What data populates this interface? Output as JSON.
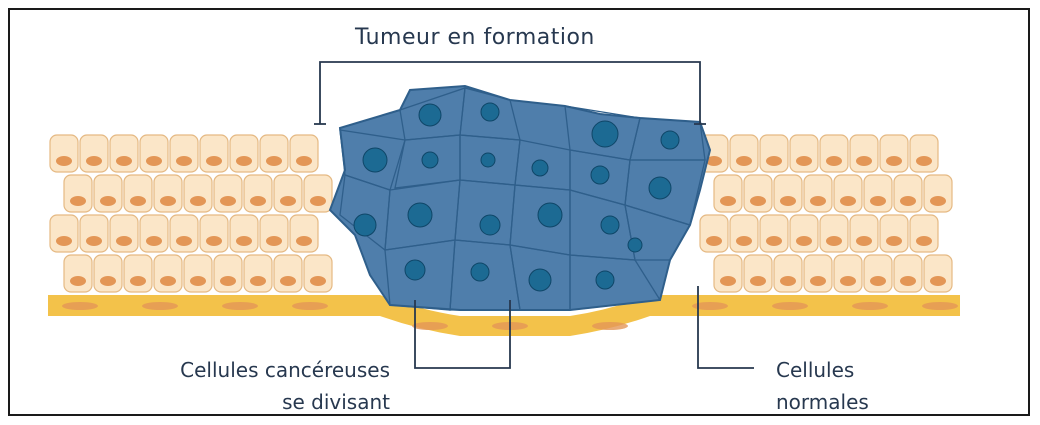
{
  "diagram": {
    "title": "Tumeur en formation",
    "cancer_label": {
      "line1": "Cellules cancéreuses",
      "line2": "se divisant"
    },
    "normal_label": {
      "line1": "Cellules",
      "line2": "normales"
    }
  },
  "colors": {
    "normal_cell_fill": "#fbe6c8",
    "normal_cell_edge": "#e5b983",
    "normal_nucleus": "#e39656",
    "basement_membrane": "#f3c24a",
    "tumor_fill": "#4f7eab",
    "tumor_edge": "#2f5f8b",
    "tumor_nucleus": "#1c6a93",
    "leader_line": "#27384f"
  }
}
